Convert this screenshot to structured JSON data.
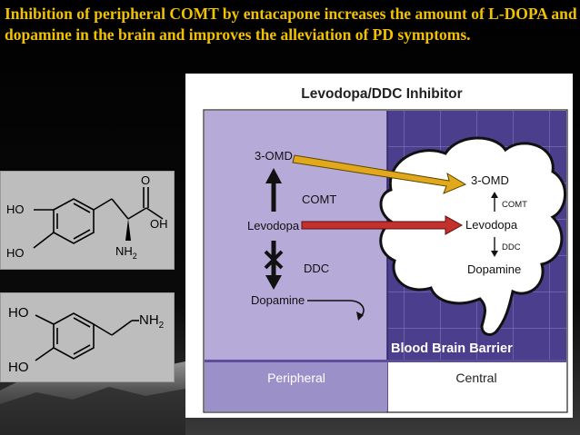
{
  "caption": "Inhibition of peripheral COMT by entacapone increases the amount of L-DOPA and dopamine in the brain and improves the alleviation of PD symptoms.",
  "ldopa_structure": {
    "ho_top": "HO",
    "ho_bottom": "HO",
    "carbonyl_o": "O",
    "oh": "OH",
    "amine": "NH",
    "amine_sub": "2"
  },
  "dopamine_structure": {
    "ho_top": "HO",
    "ho_bottom": "HO",
    "amine": "NH",
    "amine_sub": "2"
  },
  "diagram": {
    "title": "Levodopa/DDC Inhibitor",
    "peripheral": {
      "omd": "3-OMD",
      "comt": "COMT",
      "levodopa": "Levodopa",
      "ddc": "DDC",
      "dopamine": "Dopamine"
    },
    "central": {
      "omd": "3-OMD",
      "comt": "COMT",
      "levodopa": "Levodopa",
      "ddc": "DDC",
      "dopamine": "Dopamine"
    },
    "barrier_label": "Blood Brain Barrier",
    "footer_left": "Peripheral",
    "footer_right": "Central",
    "colors": {
      "peripheral_fill": "#b6aad9",
      "central_fill": "#4b3e8c",
      "footer_fill": "#5c4e9b",
      "gold_arrow": "#e0a81a",
      "red_arrow": "#c4302b",
      "barrier_text": "#ffffff"
    }
  }
}
